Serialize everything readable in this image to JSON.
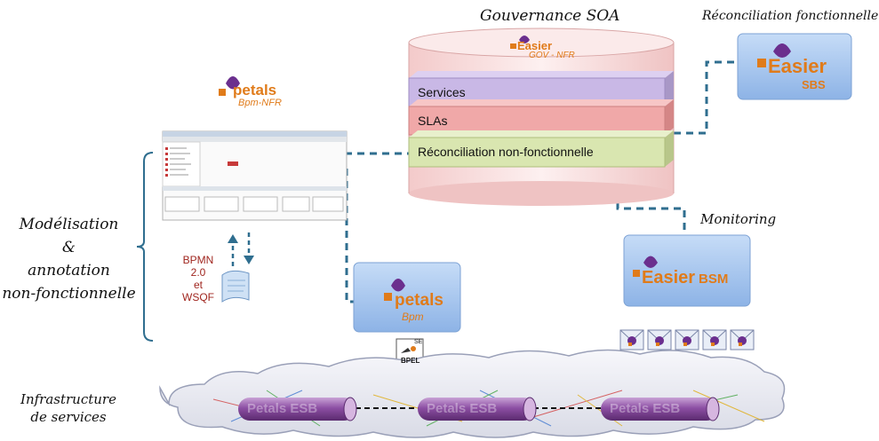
{
  "colors": {
    "dashed_link": "#2f6e8f",
    "logo_purple": "#6b2f8e",
    "logo_orange": "#e07b1a",
    "box_blue": "#9cc0ec",
    "layer_services": "#c9b8e6",
    "layer_slas": "#f0a8a8",
    "layer_reconciliation": "#d9e6b0",
    "cylinder": "#f6dada"
  },
  "labels": {
    "governance_title": "Gouvernance SOA",
    "functional_reconciliation_title": "Réconciliation fonctionnelle",
    "monitoring_title": "Monitoring",
    "modeling_line1": "Modélisation",
    "modeling_line2": "&",
    "modeling_line3": "annotation",
    "modeling_line4": "non-fonctionnelle",
    "infra_line1": "Infrastructure",
    "infra_line2": "de services",
    "bpmn_line1": "BPMN 2.0",
    "bpmn_line2": "et",
    "bpmn_line3": "WSQF"
  },
  "layers": [
    "Services",
    "SLAs",
    "Réconciliation non-fonctionnelle"
  ],
  "logos": {
    "easier_gov": {
      "name": "Easier",
      "suffix": "GOV - NFR"
    },
    "easier_sbs": {
      "name": "Easier",
      "suffix": "SBS"
    },
    "easier_bsm": {
      "name": "Easier",
      "suffix": "BSM"
    },
    "petals_nfr": {
      "name": "petals",
      "suffix": "Bpm-NFR"
    },
    "petals_bpm": {
      "name": "petals",
      "suffix": "Bpm"
    }
  },
  "se_badge": {
    "top": "SE",
    "bottom": "BPEL"
  },
  "esb_tubes": [
    "Petals ESB",
    "Petals ESB",
    "Petals ESB"
  ],
  "envelope_count": 5
}
